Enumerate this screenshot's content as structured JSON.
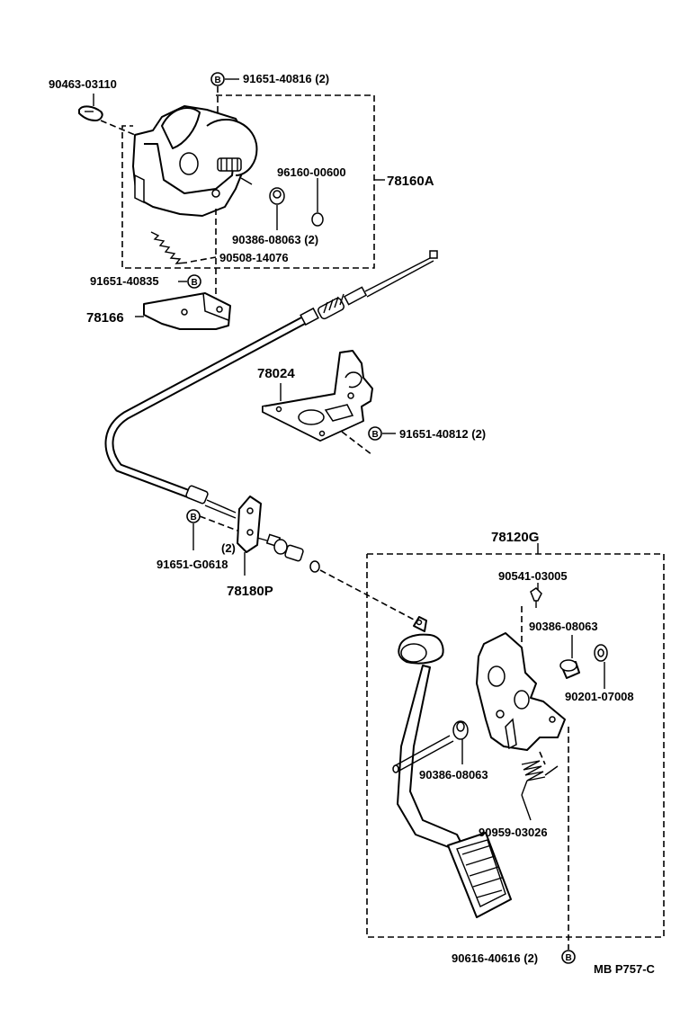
{
  "parts": {
    "p_90463_03110": "90463-03110",
    "p_91651_40816": "91651-40816 (2)",
    "p_96160_00600": "96160-00600",
    "p_78160A": "78160A",
    "p_90386_08063_a": "90386-08063 (2)",
    "p_90508_14076": "90508-14076",
    "p_91651_40835": "91651-40835",
    "p_78166": "78166",
    "p_78024": "78024",
    "p_91651_40812": "91651-40812 (2)",
    "p_91651_G0618": "91651-G0618",
    "p_qty2": "(2)",
    "p_78180P": "78180P",
    "p_78120G": "78120G",
    "p_90541_03005": "90541-03005",
    "p_90386_08063_b": "90386-08063",
    "p_90201_07008": "90201-07008",
    "p_90386_08063_c": "90386-08063",
    "p_90959_03026": "90959-03026",
    "p_90616_40616": "90616-40616 (2)"
  },
  "bolt_mark": "B",
  "figure_code": "MB  P757-C"
}
